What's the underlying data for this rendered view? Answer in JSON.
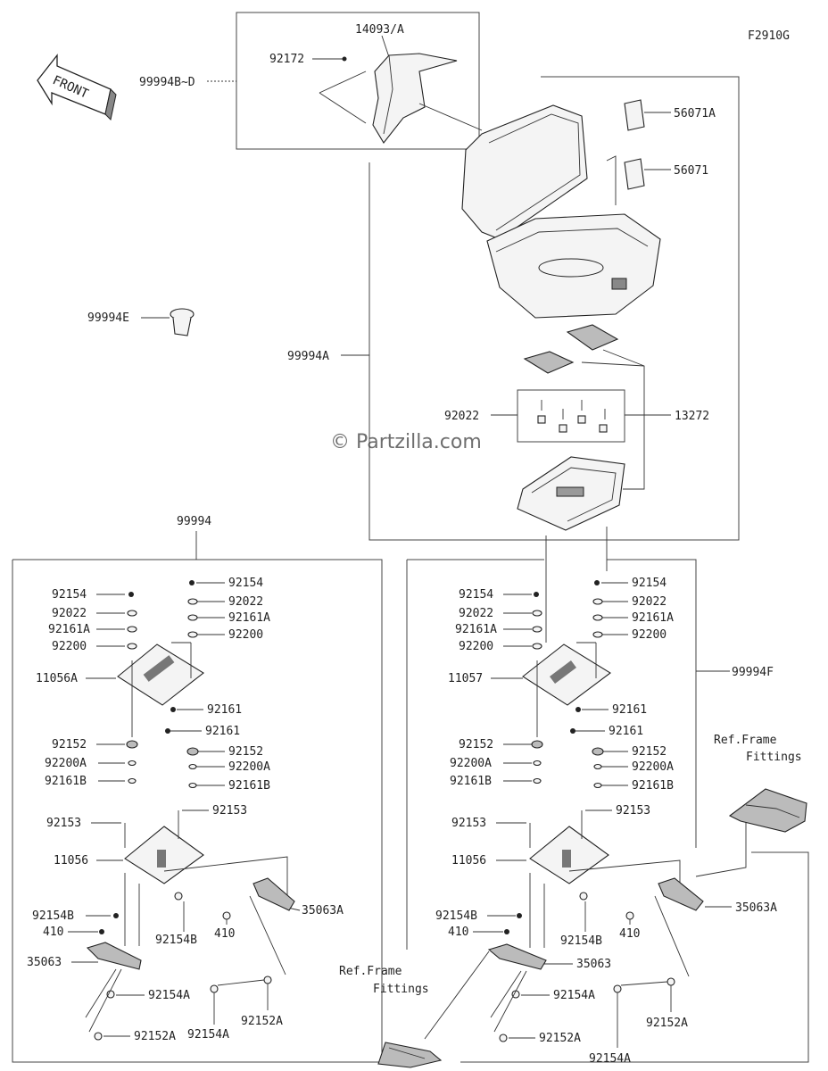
{
  "diagram_code": "F2910G",
  "front_label": "FRONT",
  "watermark": "© Partzilla.com",
  "callouts": {
    "p14093A": "14093/A",
    "p92172": "92172",
    "p99994BD": "99994B~D",
    "p56071A": "56071A",
    "p56071": "56071",
    "p99994E": "99994E",
    "p99994A": "99994A",
    "p92022top": "92022",
    "p13272": "13272",
    "p99994": "99994",
    "p99994F": "99994F",
    "ref_frame_1": "Ref.Frame",
    "fittings_1": "Fittings",
    "ref_frame_2": "Ref.Frame",
    "fittings_2": "Fittings",
    "L_92154": "92154",
    "L_92022": "92022",
    "L_92161A": "92161A",
    "L_92200": "92200",
    "L_r92154": "92154",
    "L_r92022": "92022",
    "L_r92161A": "92161A",
    "L_r92200": "92200",
    "L_11056A": "11056A",
    "L_92161a": "92161",
    "L_92161b": "92161",
    "L_92152": "92152",
    "L_92200A": "92200A",
    "L_92161B": "92161B",
    "L_r92152": "92152",
    "L_r92200A": "92200A",
    "L_r92161B": "92161B",
    "L_92153": "92153",
    "L_r92153": "92153",
    "L_11056": "11056",
    "L_92154B": "92154B",
    "L_410": "410",
    "L_35063": "35063",
    "L_m92154B": "92154B",
    "L_m410": "410",
    "L_35063A": "35063A",
    "L_92154A": "92154A",
    "L_92152A": "92152A",
    "L_b92154A": "92154A",
    "L_b92152A": "92152A",
    "R_92154": "92154",
    "R_92022": "92022",
    "R_92161A": "92161A",
    "R_92200": "92200",
    "R_r92154": "92154",
    "R_r92022": "92022",
    "R_r92161A": "92161A",
    "R_r92200": "92200",
    "R_11057": "11057",
    "R_92161a": "92161",
    "R_92161b": "92161",
    "R_92152": "92152",
    "R_92200A": "92200A",
    "R_92161B": "92161B",
    "R_r92152": "92152",
    "R_r92200A": "92200A",
    "R_r92161B": "92161B",
    "R_92153": "92153",
    "R_r92153": "92153",
    "R_11056": "11056",
    "R_92154B": "92154B",
    "R_410": "410",
    "R_35063": "35063",
    "R_m92154B": "92154B",
    "R_m410": "410",
    "R_35063A": "35063A",
    "R_92154A": "92154A",
    "R_92152A": "92152A",
    "R_b92154A": "92154A",
    "R_b92152A": "92152A"
  }
}
